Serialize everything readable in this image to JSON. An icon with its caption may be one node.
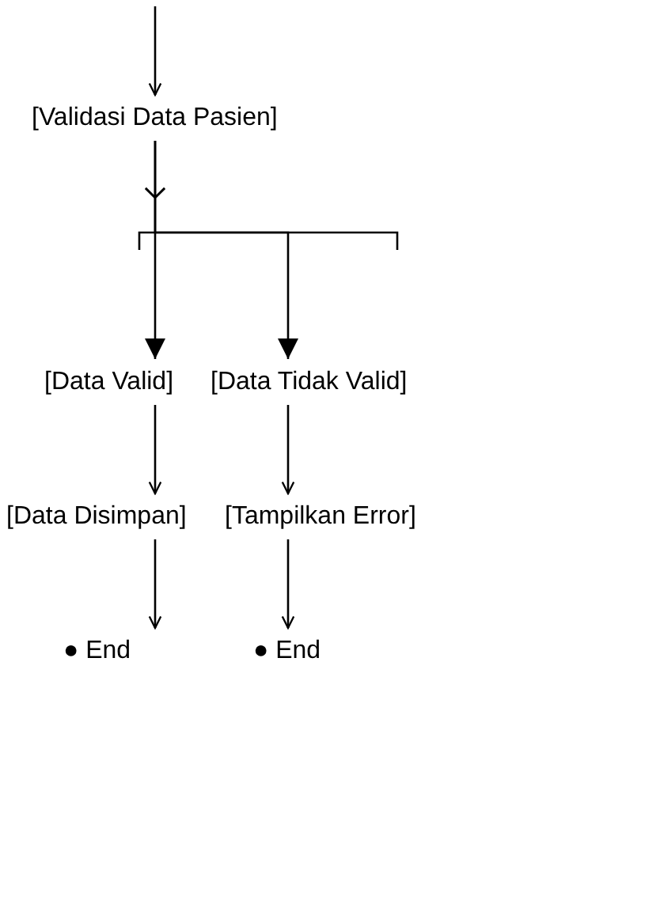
{
  "diagram": {
    "nodes": [
      {
        "text": [
          "[Validasi Data Pasien]"
        ]
      },
      {
        "text": [
          "[Data Valid]"
        ]
      },
      {
        "text": [
          "[Data Tidak Valid]"
        ]
      },
      {
        "text": [
          "[Data Disimpan]"
        ]
      },
      {
        "text": [
          "[Tampilkan Error]"
        ]
      },
      {
        "text": [
          "● End"
        ]
      },
      {
        "text": [
          "● End"
        ]
      }
    ],
    "edges": [
      {
        "from": null,
        "to": 0,
        "arrow": "to"
      },
      {
        "from": 0,
        "to": 1,
        "arrow": "to"
      },
      {
        "from": 0,
        "to": 2,
        "arrow": "to"
      },
      {
        "from": 1,
        "to": 3,
        "arrow": "to"
      },
      {
        "from": 2,
        "to": 4,
        "arrow": "to"
      },
      {
        "from": 3,
        "to": 5,
        "arrow": "to"
      },
      {
        "from": 4,
        "to": 6,
        "arrow": "to"
      }
    ]
  }
}
